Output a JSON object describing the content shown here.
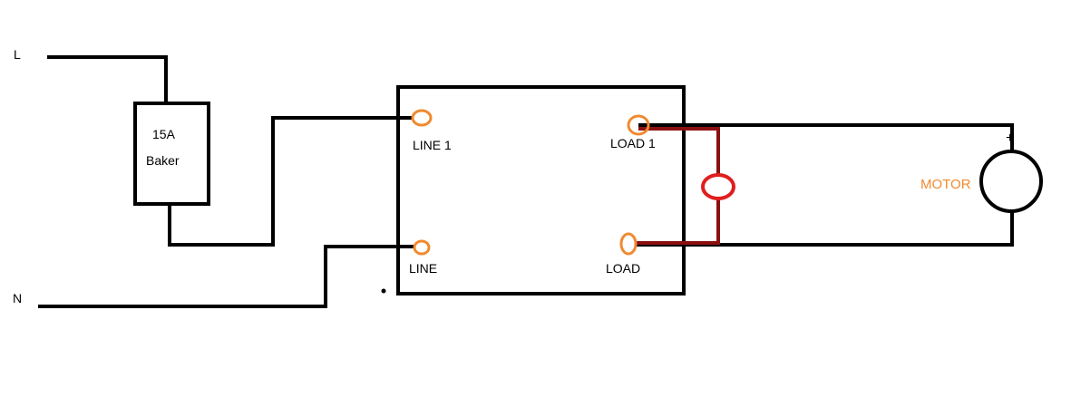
{
  "colors": {
    "wire": "#000000",
    "terminal": "#f08a30",
    "jumper": "#8b1010",
    "capacitor": "#e01e1e",
    "motor_label": "#f08a30",
    "background": "#ffffff"
  },
  "labels": {
    "line_L": "L",
    "line_N": "N",
    "breaker_rating": "15A",
    "breaker_name": "Baker",
    "line1": "LINE 1",
    "line": "LINE",
    "load1": "LOAD 1",
    "load": "LOAD",
    "motor": "MOTOR",
    "motor_plus": "+"
  },
  "components": {
    "breaker": "breaker-box",
    "switch": "switch-box",
    "capacitor": "capacitor-loop",
    "motor": "motor-circle"
  }
}
